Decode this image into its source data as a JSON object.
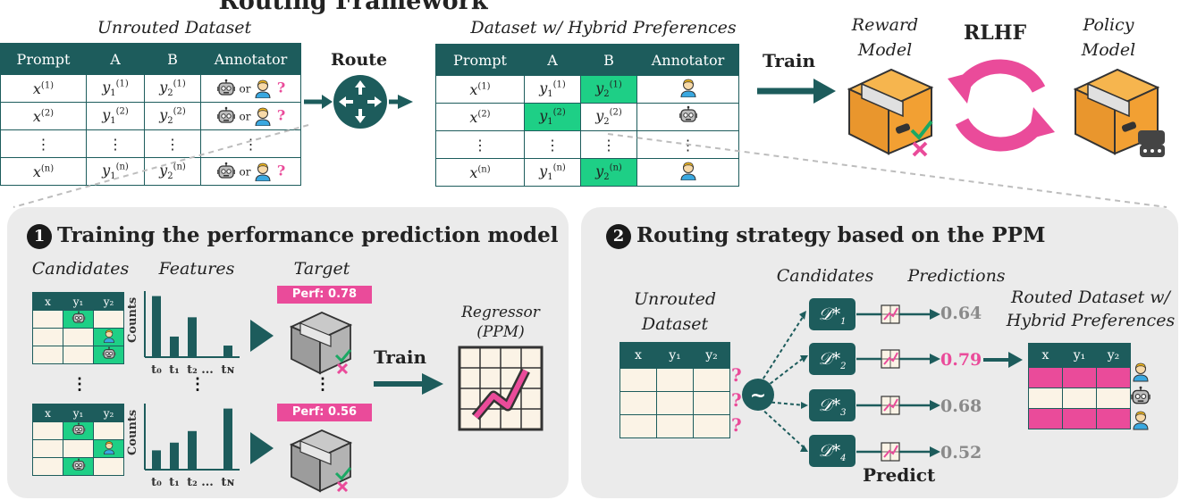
{
  "title": "Routing Framework",
  "top": {
    "unrouted_caption": "Unrouted Dataset",
    "hybrid_caption": "Dataset w/ Hybrid Preferences",
    "headers": [
      "Prompt",
      "A",
      "B",
      "Annotator"
    ],
    "rows": [
      {
        "x": "x",
        "sup": "(1)",
        "ya": "y",
        "yasub": "1",
        "yasup": "(1)",
        "yb": "y",
        "ybsub": "2",
        "ybsup": "(1)"
      },
      {
        "x": "x",
        "sup": "(2)",
        "ya": "y",
        "yasub": "1",
        "yasup": "(2)",
        "yb": "y",
        "ybsub": "2",
        "ybsup": "(2)"
      },
      {
        "x": "x",
        "sup": "(n)",
        "ya": "y",
        "yasub": "1",
        "yasup": "(n)",
        "yb": "y",
        "ybsub": "2",
        "ybsup": "(n)"
      }
    ],
    "ellipsis": "⋮",
    "or_text": "or",
    "qmark": "?",
    "route_label": "Route",
    "train_label": "Train",
    "reward_model": "Reward Model",
    "rlhf": "RLHF",
    "policy_model": "Policy Model"
  },
  "panel1": {
    "number": "1",
    "title": "Training the performance prediction model",
    "candidates": "Candidates",
    "features": "Features",
    "target": "Target",
    "mini_headers": [
      "x",
      "y₁",
      "y₂"
    ],
    "ylabel": "Counts",
    "ticks": [
      "t₀",
      "t₁",
      "t₂",
      "...",
      "t_N"
    ],
    "perf1": "Perf: 0.78",
    "perf2": "Perf: 0.56",
    "train": "Train",
    "regressor": "Regressor",
    "ppm": "(PPM)",
    "bars1": [
      0.95,
      0.32,
      0.62,
      0.18
    ],
    "bars2": [
      0.3,
      0.42,
      0.6,
      0.95
    ]
  },
  "panel2": {
    "number": "2",
    "title": "Routing strategy based on the PPM",
    "unrouted": "Unrouted",
    "dataset": "Dataset",
    "candidates": "Candidates",
    "predictions": "Predictions",
    "routed1": "Routed Dataset w/",
    "routed2": "Hybrid Preferences",
    "mini_headers": [
      "x",
      "y₁",
      "y₂"
    ],
    "sampler": "~",
    "predict": "Predict",
    "d_symbol": "𝒟*",
    "d_subs": [
      "1",
      "2",
      "3",
      "4"
    ],
    "predictions_values": [
      "0.64",
      "0.79",
      "0.68",
      "0.52"
    ]
  },
  "colors": {
    "teal": "#1d5c5c",
    "green": "#1ecf86",
    "pink": "#ea4b9a",
    "orange": "#f2a033"
  }
}
